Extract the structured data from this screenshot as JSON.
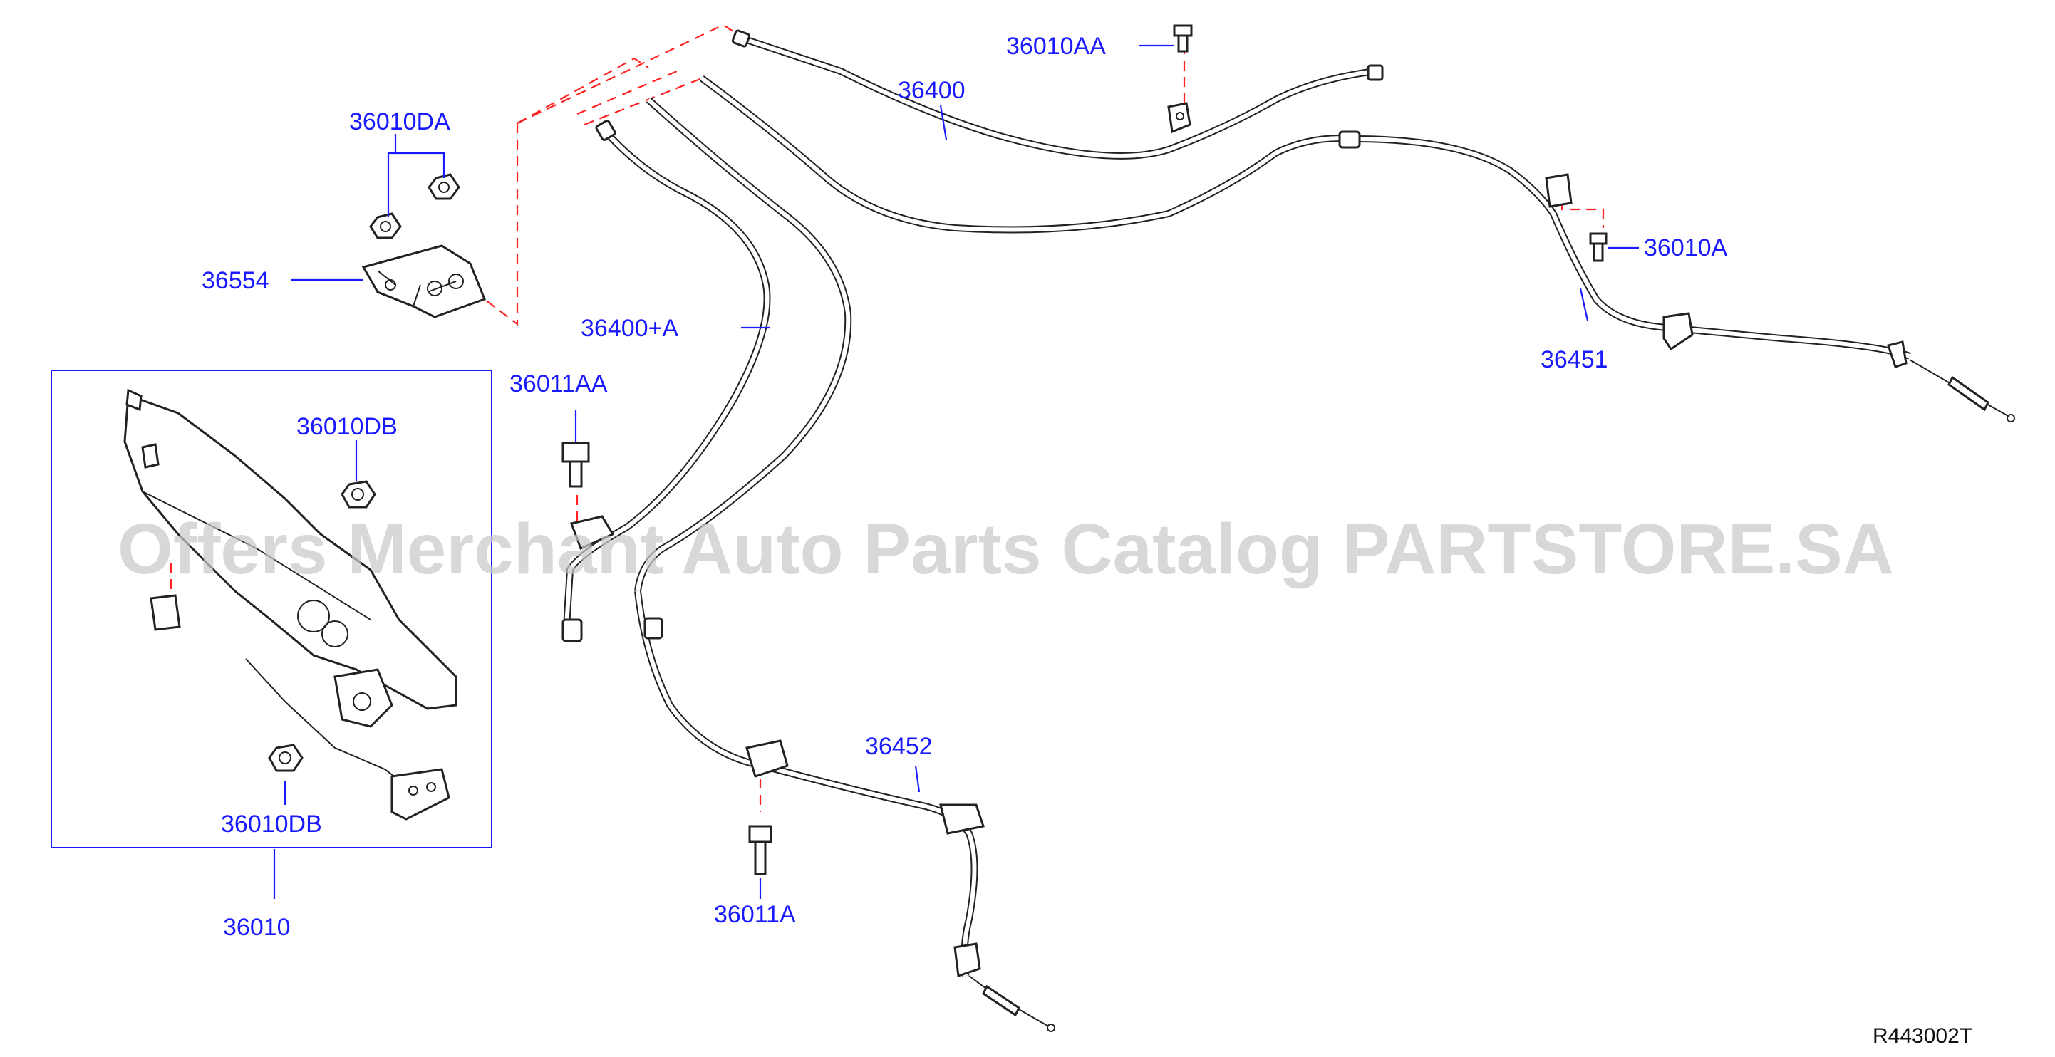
{
  "diagram": {
    "part_labels": {
      "p36010AA": "36010AA",
      "p36400": "36400",
      "p36010DA": "36010DA",
      "p36554": "36554",
      "p36400A": "36400+A",
      "p36010A": "36010A",
      "p36451": "36451",
      "p36011AA": "36011AA",
      "p36010DB_top": "36010DB",
      "p36010DB_bottom": "36010DB",
      "p36010": "36010",
      "p36452": "36452",
      "p36011A": "36011A"
    },
    "reference_code": "R443002T",
    "watermark": "Offers Merchant Auto Parts Catalog PARTSTORE.SA",
    "colors": {
      "label": "#1a1aff",
      "dashed_guide": "#ff2222",
      "line_art": "#222222",
      "watermark": "#c8c8c8"
    }
  }
}
